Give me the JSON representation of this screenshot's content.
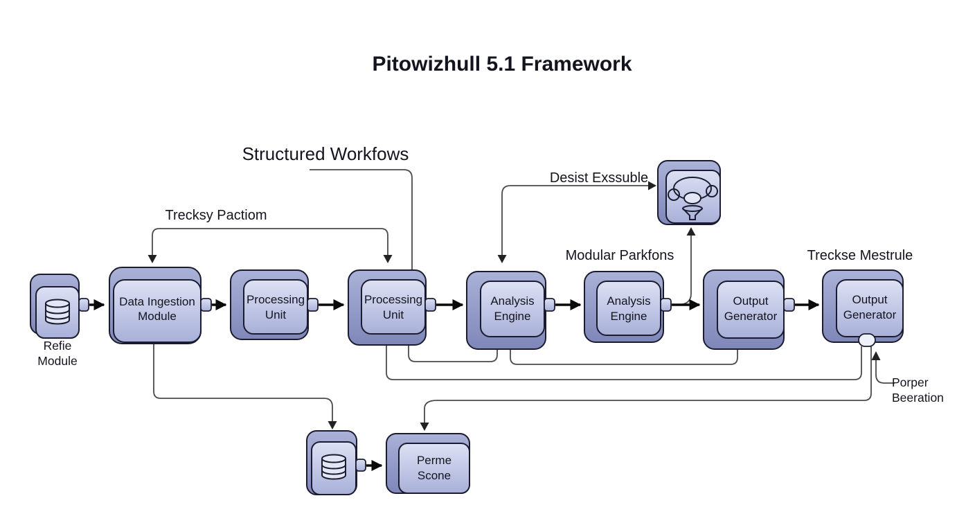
{
  "title": "Pitowizhull 5.1 Framework",
  "labels": {
    "structured_workflows": "Structured Workfows",
    "trecksy_pactiom": "Trecksy Pactiom",
    "desist_exssuble": "Desist Exssuble",
    "modular_parkfons": "Modular Parkfons",
    "treckse_mestrule": "Treckse Mestrule",
    "refie_module": {
      "line1": "Refie",
      "line2": "Module"
    },
    "porper_beeration": {
      "line1": "Porper",
      "line2": "Beeration"
    }
  },
  "nodes": {
    "data_ingestion": {
      "line1": "Data Ingestion",
      "line2": "Module"
    },
    "processing_unit_1": {
      "line1": "Processing",
      "line2": "Unit"
    },
    "processing_unit_2": {
      "line1": "Processing",
      "line2": "Unit"
    },
    "analysis_engine_1": {
      "line1": "Analysis",
      "line2": "Engine"
    },
    "analysis_engine_2": {
      "line1": "Analysis",
      "line2": "Engine"
    },
    "output_generator_1": {
      "line1": "Output",
      "line2": "Generator"
    },
    "output_generator_2": {
      "line1": "Output",
      "line2": "Generator"
    },
    "perme_scone": {
      "line1": "Perme",
      "line2": "Scone"
    }
  },
  "icons": {
    "source_database": "database-icon",
    "storage_database": "database-icon",
    "export_unit": "cloud-funnel-icon"
  },
  "colors": {
    "background": "#ffffff",
    "box_front_top": "#dde1f4",
    "box_front_bottom": "#a8b0d8",
    "box_side_top": "#aab2d8",
    "box_side_bottom": "#7e87b8",
    "outline": "#1b1b30",
    "flow_arrow": "#0a0a0a",
    "thin_connector": "#4a4a4a",
    "text": "#14141f"
  }
}
